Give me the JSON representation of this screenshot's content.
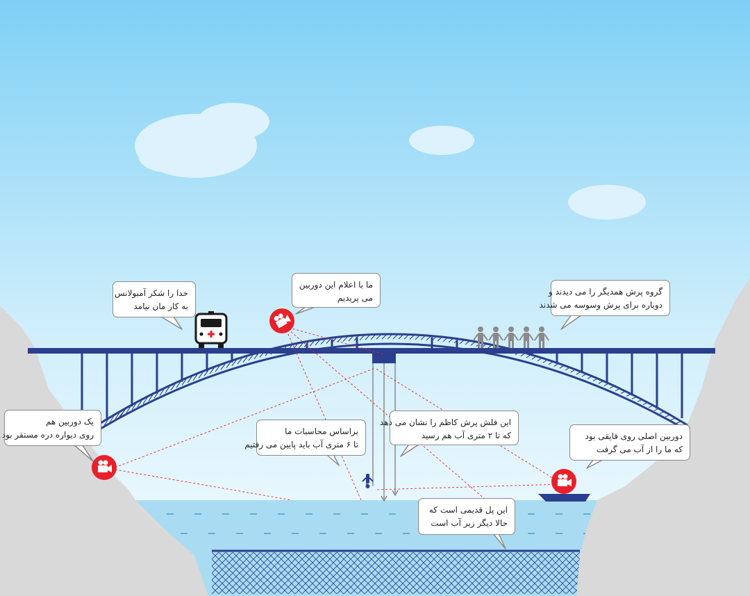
{
  "colors": {
    "sky_top": "#7fd0f5",
    "sky_bottom": "#f4fbff",
    "bridge": "#2a3f8e",
    "water": "#a9dcf2",
    "rock": "#d9d9d9",
    "camera_red": "#e8202a",
    "sight_line": "#e8202a",
    "net": "#2a3f8e"
  },
  "icons": [
    "ambulance-icon",
    "video-camera-icon",
    "person-icon",
    "boat-icon",
    "jumper-icon"
  ],
  "callouts": {
    "ambulance": {
      "line1": "خدا را شکر آمبولانس",
      "line2": "به کار مان نیامد"
    },
    "top_camera": {
      "line1": "ما با اعلام این دوربین",
      "line2": "می پریدیم"
    },
    "group": {
      "line1": "گروه پرش همدیگر را می دیدند و",
      "line2": "دوباره برای پرش وسوسه می شدند"
    },
    "wall_camera": {
      "line1": "یک دوربین هم",
      "line2": "روی دیواره دره مستقر بود"
    },
    "calculation": {
      "line1": "براساس محاسبات ما",
      "line2": "تا ۶ متری آب باید پایین می رفتیم"
    },
    "arrow": {
      "line1": "این فلش پرش کاظم را نشان می دهد",
      "line2": "که تا ۲ متری آب هم رسید"
    },
    "boat_camera": {
      "line1": "دوربین اصلی روی قایقی بود",
      "line2": "که ما را از آب می گرفت"
    },
    "old_bridge": {
      "line1": "این پل قدیمی است که",
      "line2": "حالا دیگر زیر آب است"
    }
  }
}
